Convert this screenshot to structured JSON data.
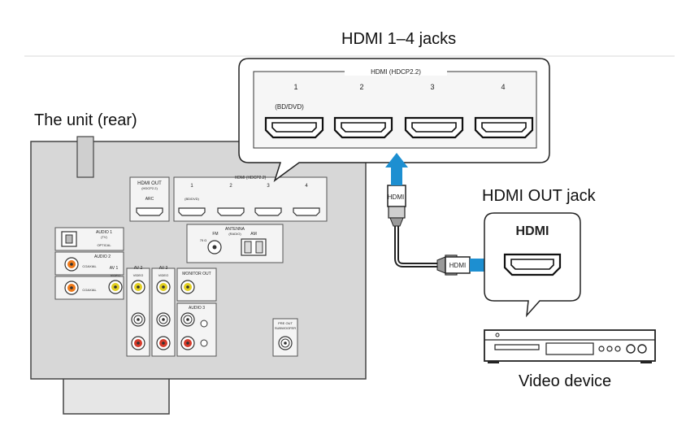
{
  "labels": {
    "title": "HDMI 1–4 jacks",
    "unit_rear": "The unit (rear)",
    "hdmi_out_jack": "HDMI OUT jack",
    "video_device": "Video device",
    "device_hdmi": "HDMI",
    "cable_plug": "HDMI"
  },
  "callout": {
    "header": "HDMI (HDCP2.2)",
    "ports": [
      "1",
      "2",
      "3",
      "4"
    ],
    "port1_note": "(BD/DVD)"
  },
  "panel": {
    "hdmi_out_title": "HDMI OUT",
    "hdmi_out_sub": "(HDCP2.2)",
    "arc": "ARC",
    "hdmi_group": "HDMI (HDCP2.2)",
    "hdmi_ports": [
      "1",
      "2",
      "3",
      "4"
    ],
    "hdmi_port1_note": "(BD/DVD)",
    "antenna": "ANTENNA",
    "fm": "FM",
    "radio": "(RADIO)",
    "am": "AM",
    "ohm": "75 Ω",
    "audio1": "AUDIO 1",
    "audio1_sub": "(TV)",
    "optical": "OPTICAL",
    "audio2": "AUDIO 2",
    "coaxial": "COAXIAL",
    "coaxial2": "COAXIAL",
    "av1": "AV 1",
    "av2": "AV 2",
    "av3": "AV 3",
    "video": "VIDEO",
    "monitor_out": "MONITOR OUT",
    "audio3": "AUDIO 3",
    "sub_out": "PRE OUT",
    "sub_out2": "SUBWOOFER"
  },
  "colors": {
    "panel": "#d7d7d7",
    "arrow": "#1d8fd1",
    "video_jack": "#e2cf1e",
    "audio_red": "#d63a2a",
    "coax_orange": "#ef7a1a"
  }
}
